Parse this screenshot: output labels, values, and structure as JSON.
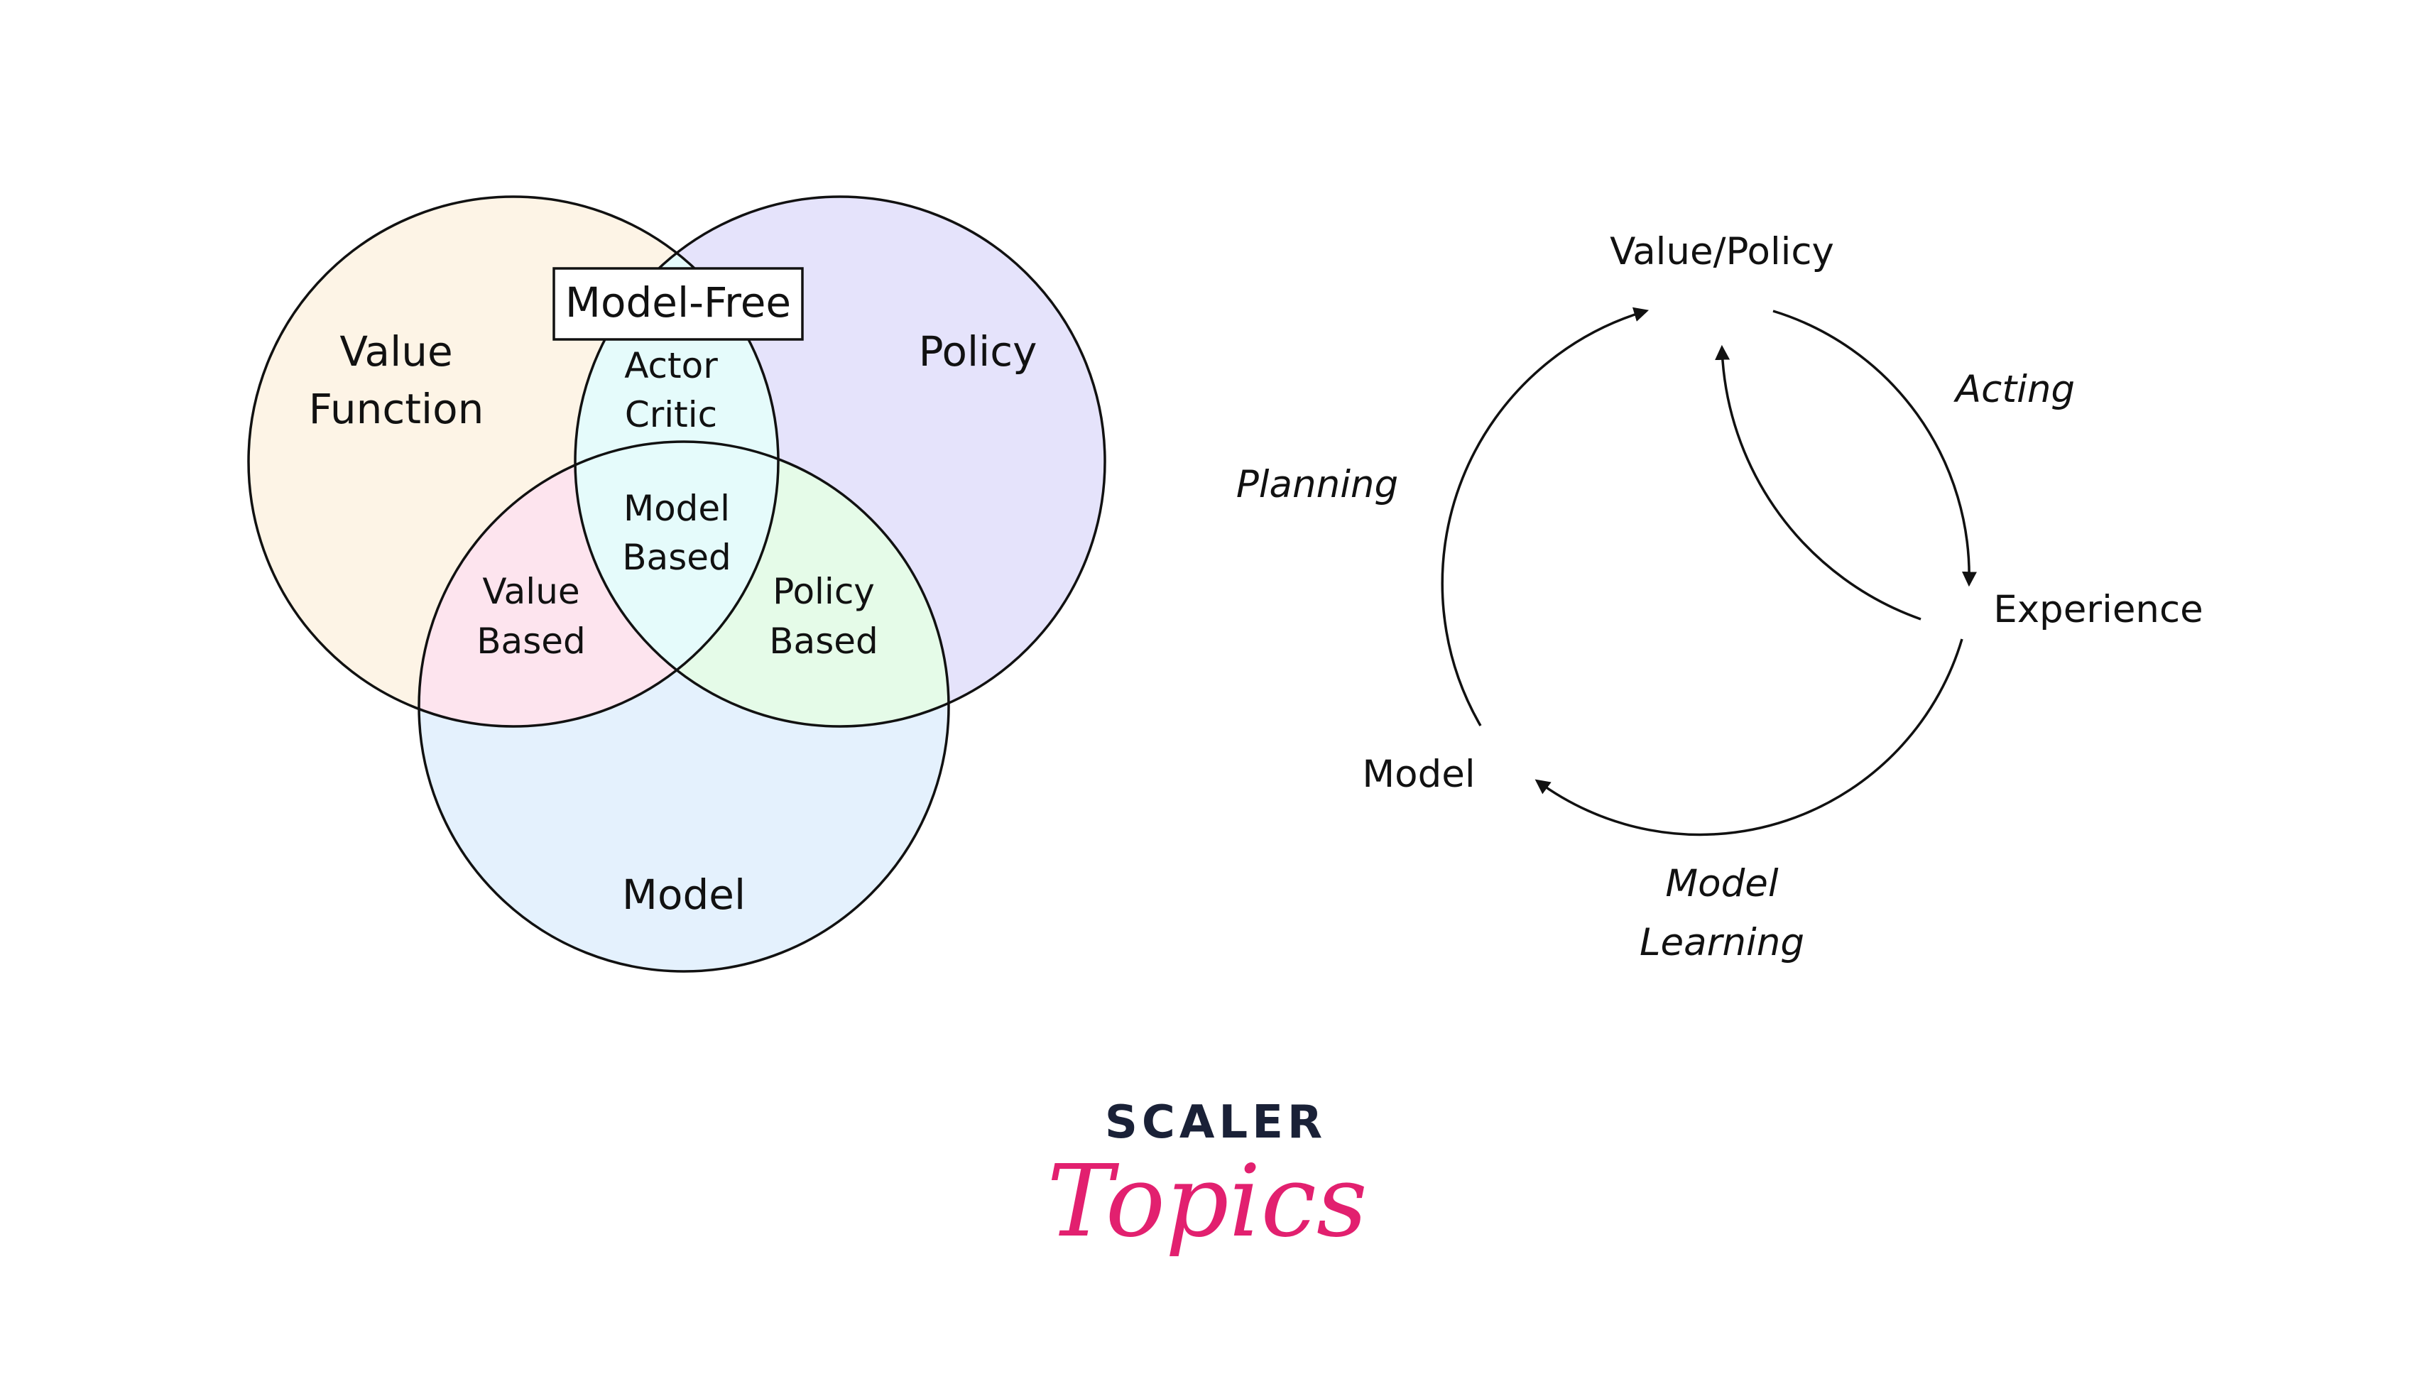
{
  "colors": {
    "value_function": "#fdf4e6",
    "policy": "#e5e3fb",
    "model": "#e4f1fd",
    "model_free": "#e5fbfb",
    "value_based": "#fde4ee",
    "policy_based": "#e5fbe8",
    "stroke": "#111111",
    "logo_dark": "#1a2137",
    "logo_pink": "#e2206f"
  },
  "venn": {
    "value_function": [
      "Value",
      "Function"
    ],
    "policy": "Policy",
    "model": "Model",
    "model_free": "Model-Free",
    "actor_critic": [
      "Actor",
      "Critic"
    ],
    "model_based": [
      "Model",
      "Based"
    ],
    "value_based": [
      "Value",
      "Based"
    ],
    "policy_based": [
      "Policy",
      "Based"
    ]
  },
  "cycle": {
    "value_policy": "Value/Policy",
    "experience": "Experience",
    "model": "Model",
    "acting": "Acting",
    "planning": "Planning",
    "model_learning": [
      "Model",
      "Learning"
    ]
  },
  "logo": {
    "top": "SCALER",
    "bottom": "Topics"
  }
}
